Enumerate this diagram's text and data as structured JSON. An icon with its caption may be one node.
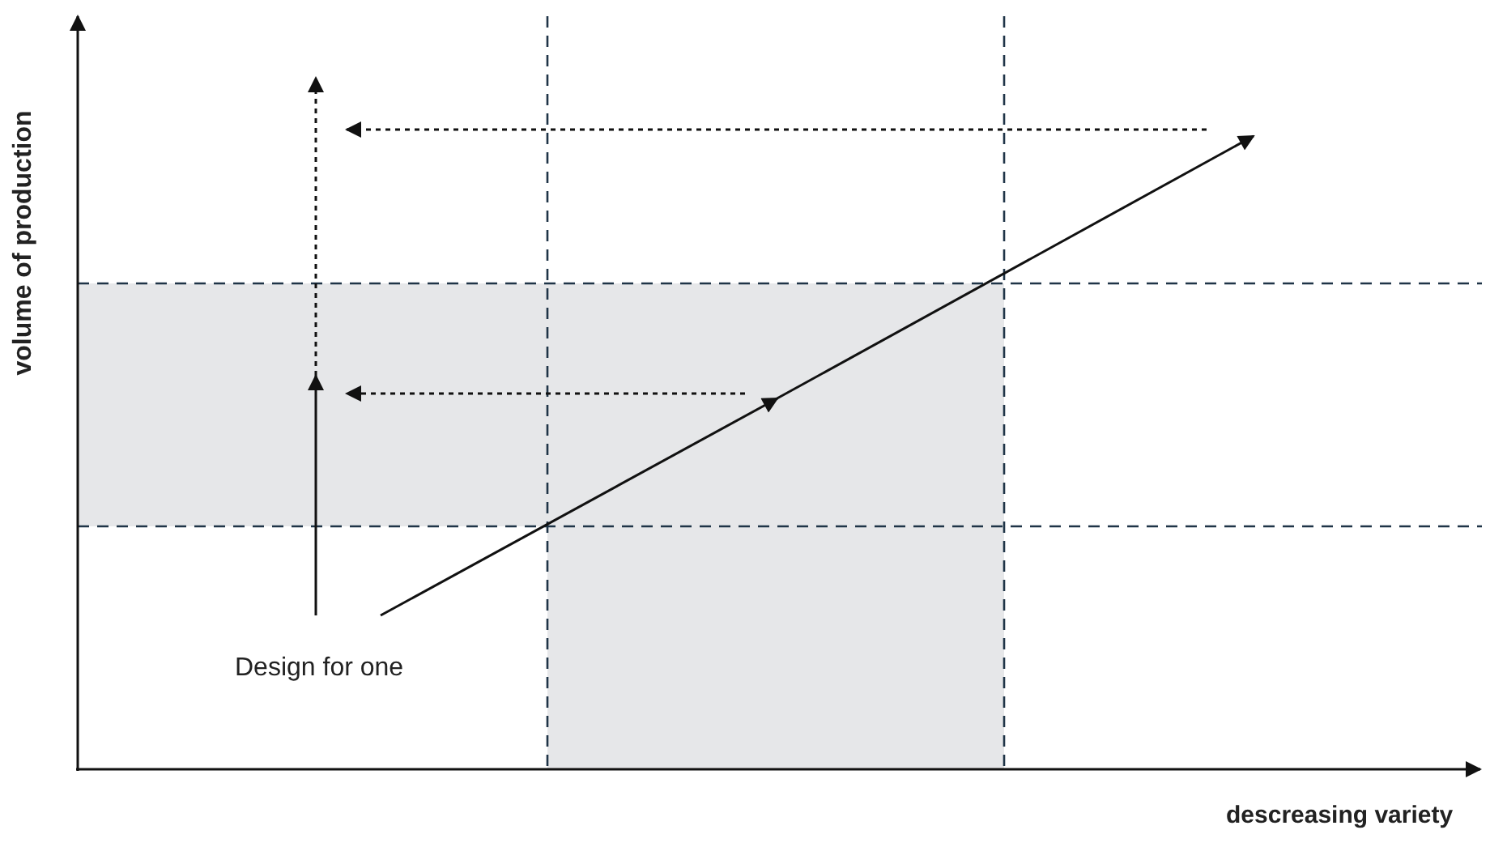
{
  "diagram": {
    "labels": [
      "volume of production",
      "Design for one",
      "descreasing variety"
    ]
  }
}
